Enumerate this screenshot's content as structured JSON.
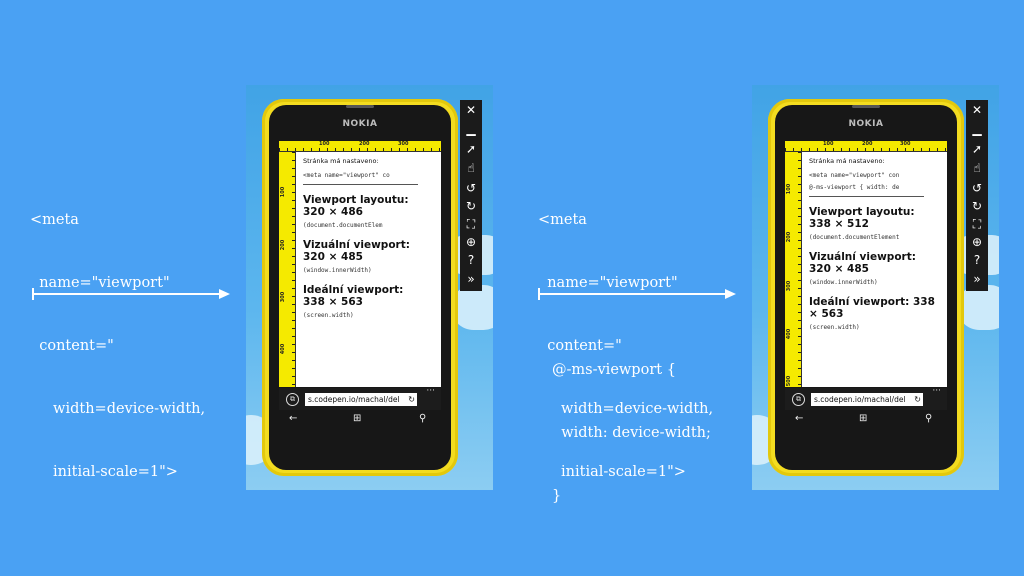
{
  "left": {
    "code_lines": [
      "<meta",
      "  name=\"viewport\"",
      "  content=\"",
      "     width=device-width,",
      "     initial-scale=1\">"
    ],
    "phone": {
      "brand": "NOKIA",
      "ruler_top": [
        "100",
        "200",
        "300"
      ],
      "ruler_left": [
        "100",
        "200",
        "300",
        "400"
      ],
      "intro": "Stránka má nastaveno:",
      "meta_line": "<meta name=\"viewport\" co",
      "extra_line": "",
      "layout_title": "Viewport layoutu:",
      "layout_value": "320 × 486",
      "layout_code": "(document.documentElem",
      "visual_title": "Vizuální viewport:",
      "visual_value": "320 × 485",
      "visual_code": "(window.innerWidth)",
      "ideal_title": "Ideální viewport:",
      "ideal_value": "338 × 563",
      "ideal_code": "(screen.width)",
      "url": "s.codepen.io/machal/del"
    }
  },
  "right": {
    "code_lines": [
      "<meta",
      "  name=\"viewport\"",
      "  content=\"",
      "     width=device-width,",
      "     initial-scale=1\">"
    ],
    "css_lines": [
      "@-ms-viewport {",
      "  width: device-width;",
      "}"
    ],
    "phone": {
      "brand": "NOKIA",
      "ruler_top": [
        "100",
        "200",
        "300"
      ],
      "ruler_left": [
        "100",
        "200",
        "300",
        "400",
        "500"
      ],
      "intro": "Stránka má nastaveno:",
      "meta_line": "<meta name=\"viewport\" con",
      "extra_line": "@-ms-viewport { width: de",
      "layout_title": "Viewport layoutu:",
      "layout_value": "338 × 512",
      "layout_code": "(document.documentElement",
      "visual_title": "Vizuální viewport:",
      "visual_value": "320 × 485",
      "visual_code": "(window.innerWidth)",
      "ideal_title": "Ideální viewport: 338",
      "ideal_value": "× 563",
      "ideal_code": "(screen.width)",
      "url": "s.codepen.io/machal/del"
    }
  },
  "toolbar_icons": [
    "close-icon",
    "minimize-icon",
    "pointer-icon",
    "hand-icon",
    "rotate-left-icon",
    "rotate-right-icon",
    "fit-screen-icon",
    "zoom-icon",
    "help-icon",
    "more-icon"
  ],
  "colors": {
    "background": "#4aa1f3",
    "phone_body": "#f3dc20",
    "ruler": "#f5ea00"
  }
}
